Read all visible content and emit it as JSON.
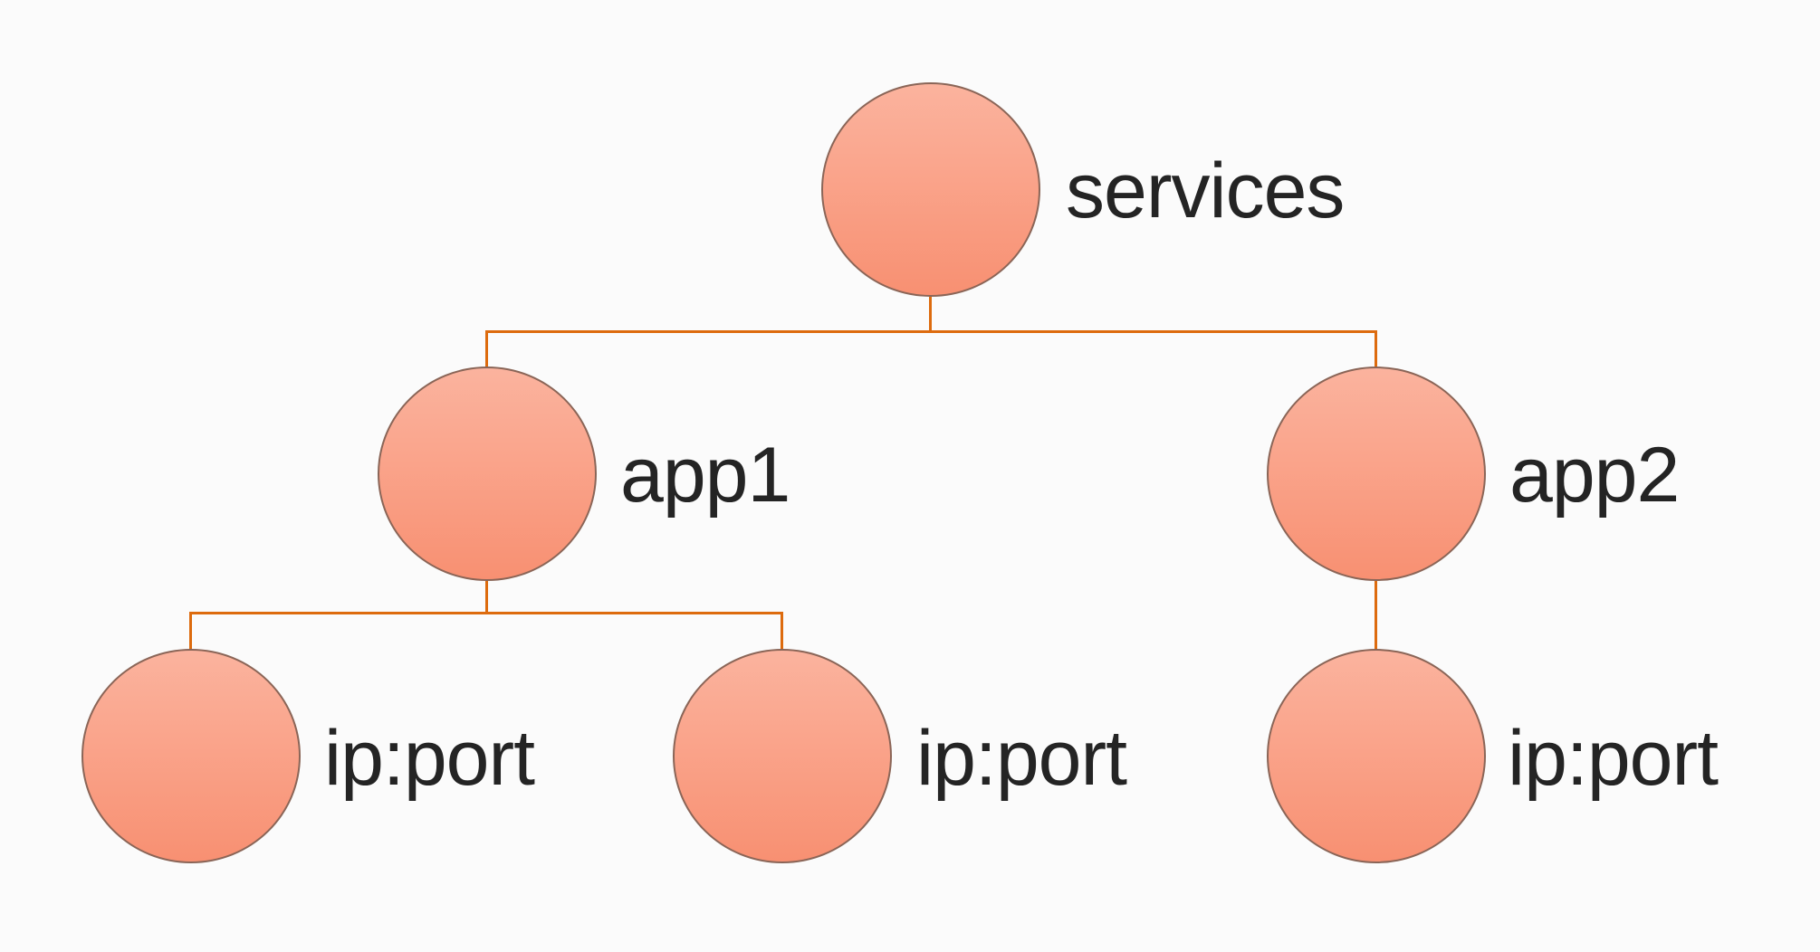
{
  "colors": {
    "node_fill_top": "#fbb39e",
    "node_fill_bottom": "#f89072",
    "node_border": "#8a6557",
    "connector": "#dd6b0e",
    "label_color": "#242424",
    "background": "#fbfbfb"
  },
  "tree": {
    "root": {
      "label": "services"
    },
    "children": [
      {
        "label": "app1",
        "children": [
          {
            "label": "ip:port"
          },
          {
            "label": "ip:port"
          }
        ]
      },
      {
        "label": "app2",
        "children": [
          {
            "label": "ip:port"
          }
        ]
      }
    ]
  }
}
